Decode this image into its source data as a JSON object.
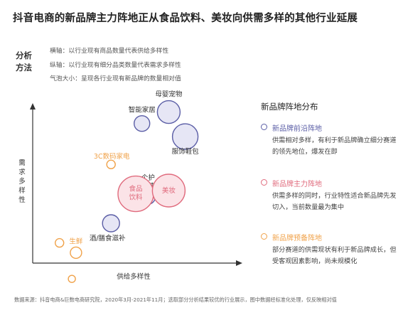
{
  "header": {
    "title": "抖音电商的新品牌主力阵地正从食品饮料、美妆向供需多样的其他行业延展"
  },
  "method": {
    "label_line1": "分析",
    "label_line2": "方法",
    "lines": [
      "横轴：以行业现有商品数量代表供给多样性",
      "纵轴：以行业现有细分品类数量代表需求多样性",
      "气泡大小：呈现各行业现有新品牌的数量相对值"
    ]
  },
  "colors": {
    "frontier": "#5b5ea6",
    "frontier_fill": "#e6e6f5",
    "main": "#e06b7d",
    "main_fill": "#fbe3e7",
    "reserve": "#f0a24a",
    "reserve_fill": "#ffffff",
    "axis": "#333333"
  },
  "chart_data": {
    "type": "scatter",
    "title": "",
    "xlabel": "供给多样性",
    "ylabel": "需求多样性",
    "x_ticks_shown": false,
    "y_ticks_shown": false,
    "xlim": [
      0,
      100
    ],
    "ylim": [
      0,
      100
    ],
    "grid": false,
    "size_meaning": "现有新品牌的数量相对值",
    "points": [
      {
        "label": "母婴宠物",
        "group": "新品牌前沿阵地",
        "x": 66,
        "y": 88,
        "size": 14
      },
      {
        "label": "智能家居",
        "group": "新品牌前沿阵地",
        "x": 53,
        "y": 81,
        "size": 9
      },
      {
        "label": "服饰鞋包",
        "group": "新品牌前沿阵地",
        "x": 74,
        "y": 73,
        "size": 16
      },
      {
        "label": "个护家清",
        "group": "新品牌前沿阵地",
        "x": 56,
        "y": 36,
        "size": 8
      },
      {
        "label": "酒/膳食滋补",
        "group": "新品牌前沿阵地",
        "x": 38,
        "y": 20,
        "size": 10
      },
      {
        "label": "食品饮料",
        "group": "新品牌主力阵地",
        "x": 50,
        "y": 38,
        "size": 23
      },
      {
        "label": "美妆",
        "group": "新品牌主力阵地",
        "x": 66,
        "y": 40,
        "size": 21
      },
      {
        "label": "3C数码家电",
        "group": "新品牌预备阵地",
        "x": 38,
        "y": 56,
        "size": 4
      },
      {
        "label": "生鲜",
        "group": "新品牌预备阵地",
        "x": 21,
        "y": 2,
        "size": 6
      },
      {
        "label": "",
        "group": "新品牌预备阵地",
        "x": 13,
        "y": 8,
        "size": 4
      },
      {
        "label": "",
        "group": "新品牌预备阵地",
        "x": 19,
        "y": -14,
        "size": 3
      }
    ]
  },
  "legend": {
    "title": "新品牌阵地分布",
    "items": [
      {
        "key": "frontier",
        "head": "新品牌前沿阵地",
        "desc": "供需相对多样，有利于新品牌确立细分赛道的领先地位，爆发在即"
      },
      {
        "key": "main",
        "head": "新品牌主力阵地",
        "desc": "供需多样的同时，行业特性适合新品牌先发切入，当前数量最为集中"
      },
      {
        "key": "reserve",
        "head": "新品牌预备阵地",
        "desc": "部分赛道的供需现状有利于新品牌成长，但受客观因素影响，尚未规模化"
      }
    ]
  },
  "footer": {
    "source": "数据来源：抖音电商&巨数电商研究院，2020年3月-2021年11月；选取部分分析结果较优的行业展示，图中数据经标准化处理，仅反映相对值"
  }
}
